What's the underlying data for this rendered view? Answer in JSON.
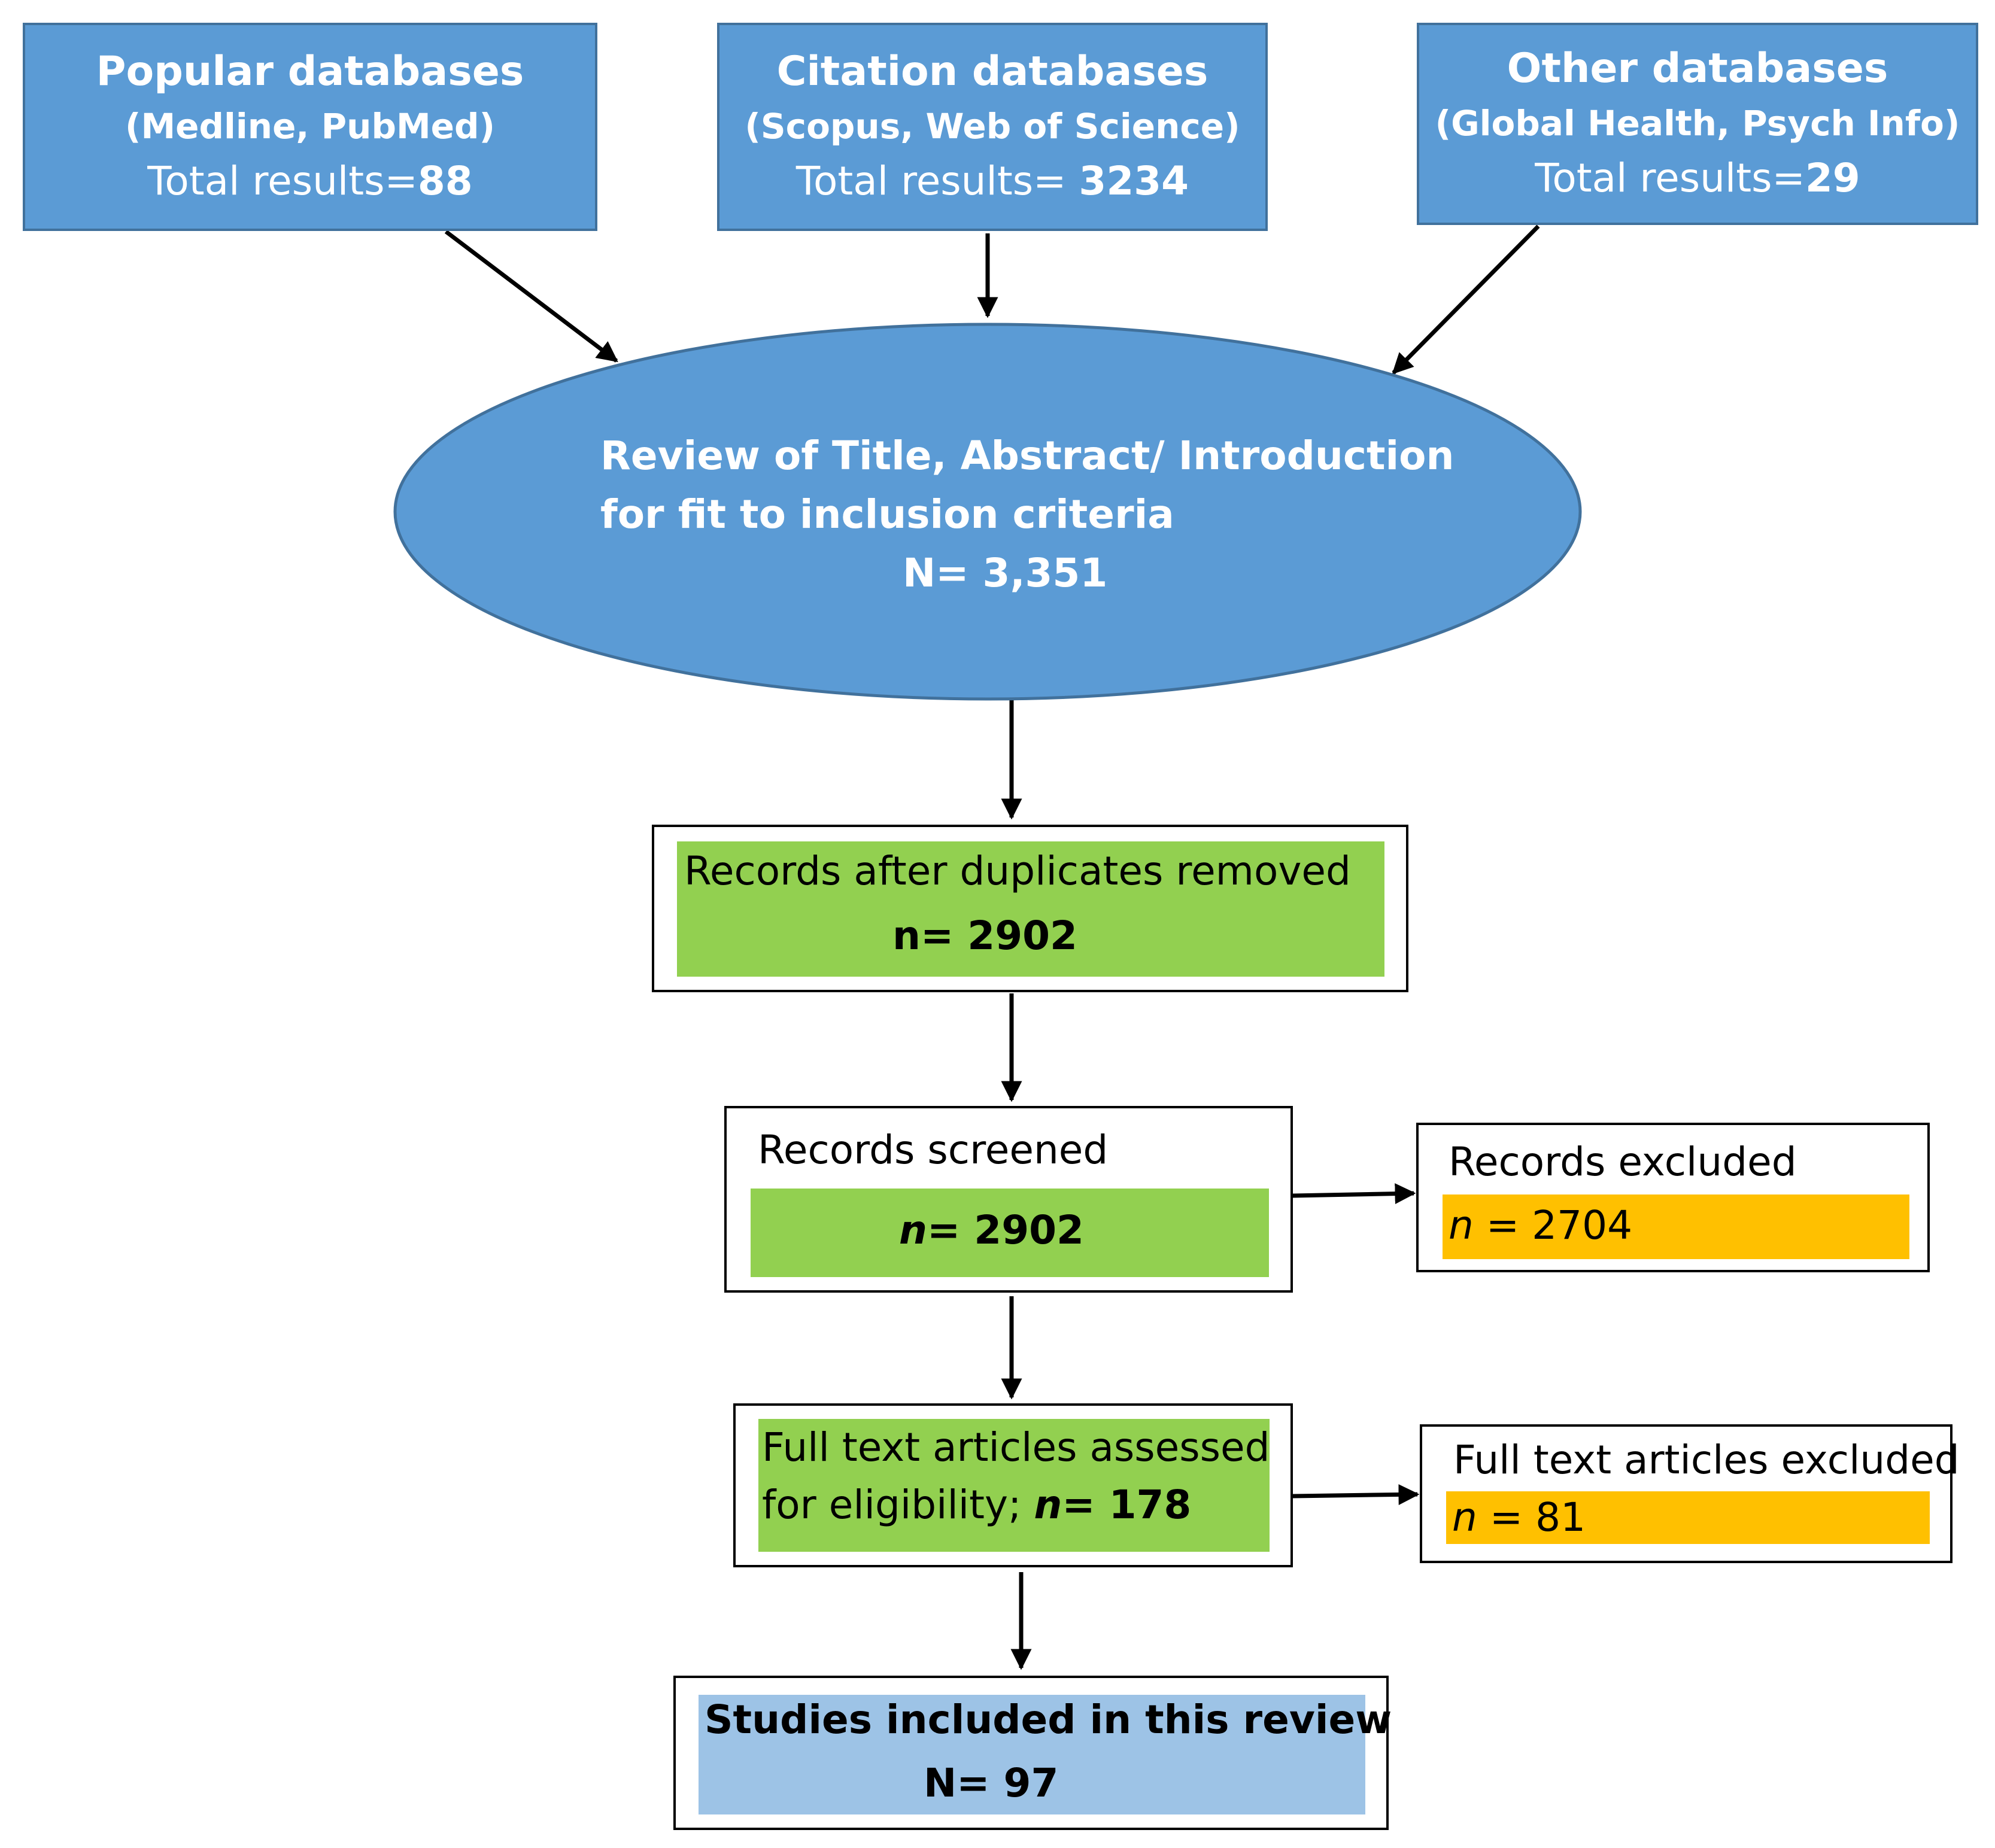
{
  "popular": {
    "title": "Popular databases",
    "sources": "(Medline, PubMed)",
    "results_label": "Total results=",
    "results_value": "88"
  },
  "citation": {
    "title": "Citation databases",
    "sources": "(Scopus, Web of Science)",
    "results_label": "Total results=",
    "results_value": "3234"
  },
  "other": {
    "title": "Other databases",
    "sources": "(Global Health, Psych Info)",
    "results_label": "Total results=",
    "results_value": "29"
  },
  "review": {
    "line1": "Review of Title, Abstract/ Introduction",
    "line2": "for fit to  inclusion criteria",
    "line3": "N= 3,351"
  },
  "duplicates": {
    "label": "Records after duplicates removed",
    "count": "n= 2902"
  },
  "screened": {
    "label": "Records screened",
    "n": "n",
    "count": "= 2902"
  },
  "excluded": {
    "label": "Records excluded",
    "n": "n",
    "count": " = 2704"
  },
  "fulltext": {
    "line1": "Full text articles assessed",
    "line2_prefix": "for eligibility; ",
    "n": "n",
    "count": "= 178"
  },
  "fulltext_excluded": {
    "label": "Full text articles excluded",
    "n": "n",
    "count": " = 81"
  },
  "included": {
    "label": "Studies included in this review",
    "count": "N= 97"
  },
  "colors": {
    "db_blue": "#5b9bd5",
    "green": "#92d050",
    "orange": "#ffc000",
    "light_blue": "#9dc3e6"
  }
}
